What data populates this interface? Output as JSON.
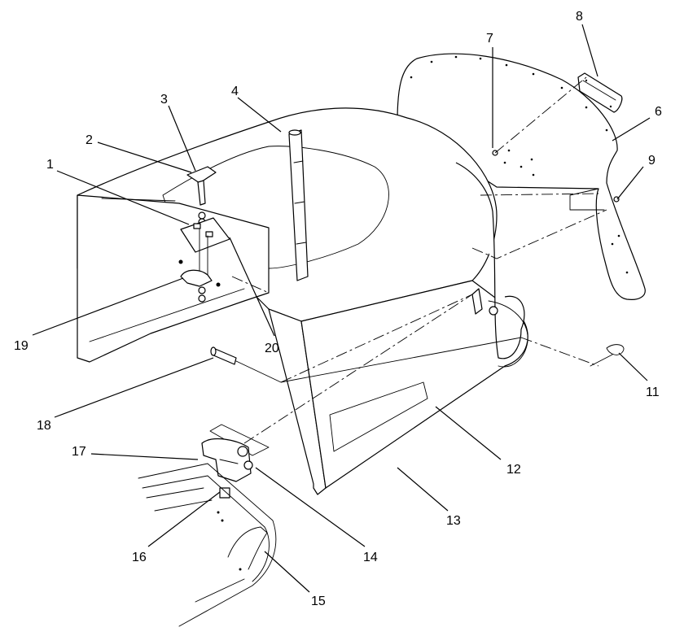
{
  "callouts": [
    {
      "id": "1",
      "label": "1"
    },
    {
      "id": "2",
      "label": "2"
    },
    {
      "id": "3",
      "label": "3"
    },
    {
      "id": "4",
      "label": "4"
    },
    {
      "id": "6",
      "label": "6"
    },
    {
      "id": "7",
      "label": "7"
    },
    {
      "id": "8",
      "label": "8"
    },
    {
      "id": "9",
      "label": "9"
    },
    {
      "id": "11",
      "label": "11"
    },
    {
      "id": "12",
      "label": "12"
    },
    {
      "id": "13",
      "label": "13"
    },
    {
      "id": "14",
      "label": "14"
    },
    {
      "id": "15",
      "label": "15"
    },
    {
      "id": "16",
      "label": "16"
    },
    {
      "id": "17",
      "label": "17"
    },
    {
      "id": "18",
      "label": "18"
    },
    {
      "id": "19",
      "label": "19"
    },
    {
      "id": "20",
      "label": "20"
    }
  ]
}
